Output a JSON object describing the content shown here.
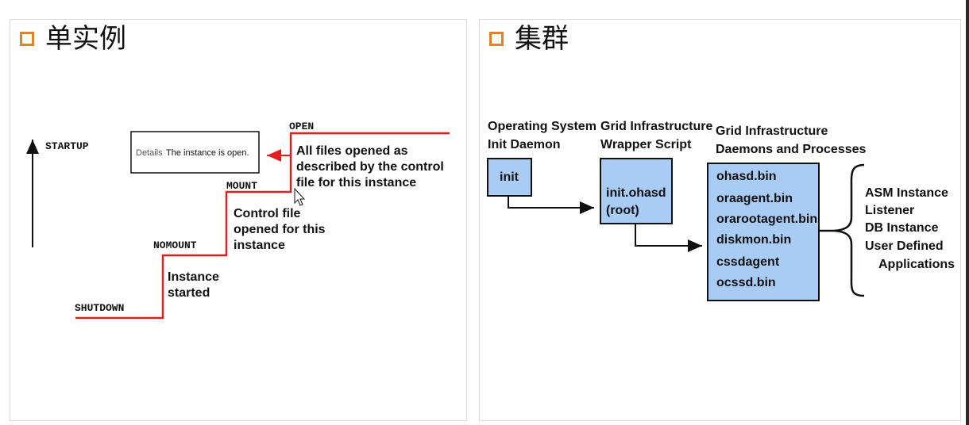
{
  "left_panel": {
    "title": "单实例",
    "states": {
      "startup": "STARTUP",
      "open": "OPEN",
      "mount": "MOUNT",
      "nomount": "NOMOUNT",
      "shutdown": "SHUTDOWN"
    },
    "details_box": {
      "prefix": "Details",
      "text": "The instance is open."
    },
    "notes": {
      "open": [
        "All files opened as",
        "described by the control",
        "file for this instance"
      ],
      "mount": [
        "Control file",
        "opened for this",
        "instance"
      ],
      "nomount": [
        "Instance",
        "started"
      ]
    },
    "colors": {
      "step_line": "#e02020",
      "text": "#111111"
    }
  },
  "right_panel": {
    "title": "集群",
    "columns": {
      "os": [
        "Operating System",
        "Init Daemon"
      ],
      "wrapper": [
        "Grid Infrastructure",
        "Wrapper Script"
      ],
      "daemons": [
        "Grid Infrastructure",
        "Daemons and Processes"
      ]
    },
    "boxes": {
      "init": "init",
      "ohasd": [
        "init.ohasd",
        "(root)"
      ],
      "daemons": [
        "ohasd.bin",
        "oraagent.bin",
        "orarootagent.bin",
        "diskmon.bin",
        "cssdagent",
        "ocssd.bin"
      ]
    },
    "resources": [
      "ASM Instance",
      "Listener",
      "DB Instance",
      "User Defined",
      "Applications"
    ],
    "colors": {
      "box_fill": "#a9ccf5",
      "box_border": "#111111"
    }
  },
  "icons": {
    "header_bullet": "checkbox-icon"
  }
}
